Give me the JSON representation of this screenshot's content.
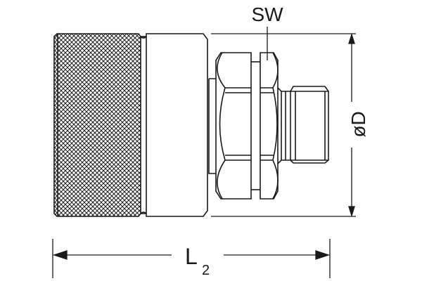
{
  "labels": {
    "wrench_size": "SW",
    "diameter": "øD",
    "length": "L",
    "length_subscript": "2"
  },
  "colors": {
    "line": "#1a1a1a",
    "background": "#ffffff"
  }
}
